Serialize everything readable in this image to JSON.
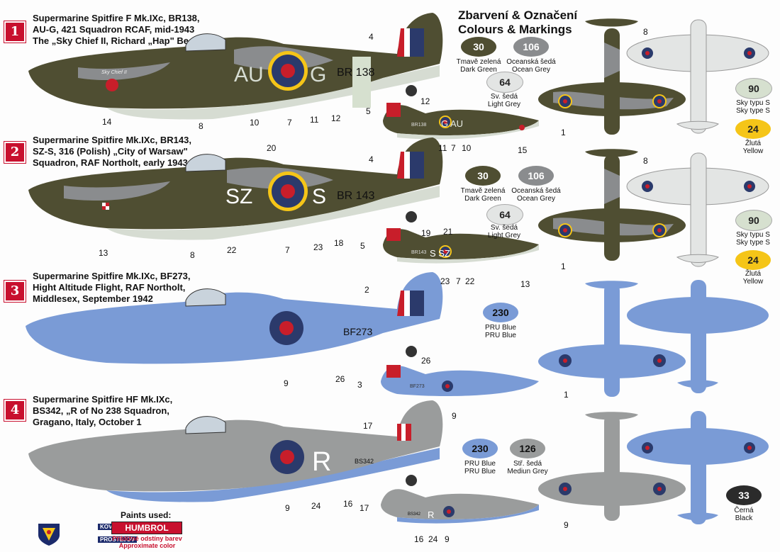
{
  "header": {
    "title_cz": "Zbarvení & Označení",
    "title_en": "Colours & Markings"
  },
  "schemes": [
    {
      "number": "1",
      "lines": [
        "Supermarine Spitfire F Mk.IXc, BR138,",
        "AU-G, 421 Squadron RCAF, mid-1943",
        "The „Sky Chief II, Richard „Hap\" Beal"
      ]
    },
    {
      "number": "2",
      "lines": [
        "Supermarine Spitfire Mk.IXc, BR143,",
        "SZ-S, 316 (Polish) „City of Warsaw\"",
        "Squadron, RAF Northolt, early 1943"
      ]
    },
    {
      "number": "3",
      "lines": [
        "Supermarine Spitfire Mk.IXc, BF273,",
        "Hight Altitude Flight, RAF Northolt,",
        "Middlesex, September 1942"
      ]
    },
    {
      "number": "4",
      "lines": [
        "Supermarine Spitfire HF Mk.IXc,",
        "BS342, „R   of No 238 Squadron,",
        "Gragano, Italy, October 1"
      ]
    }
  ],
  "aircraft_markings": {
    "s1_code_left": "AU",
    "s1_code_right": "G",
    "s1_serial": "BR 138",
    "s1_nose_art": "Sky Chief II",
    "s1_small_code": "G AU",
    "s1_small_serial": "BR138",
    "s2_code_left": "SZ",
    "s2_code_right": "S",
    "s2_serial": "BR 143",
    "s2_small_code": "S  SZ",
    "s2_small_serial": "BR143",
    "s3_serial": "BF273",
    "s3_small_serial": "BF273",
    "s4_code": "R",
    "s4_serial": "BS342",
    "s4_small_code": "R",
    "s4_small_serial": "BS342"
  },
  "colors": {
    "c30": {
      "code": "30",
      "cz": "Tmavě zelená",
      "en": "Dark Green",
      "hex": "#4f4e32"
    },
    "c106": {
      "code": "106",
      "cz": "Oceanská šedá",
      "en": "Ocean Grey",
      "hex": "#8a8c8e"
    },
    "c64": {
      "code": "64",
      "cz": "Sv. šedá",
      "en": "Light Grey",
      "hex": "#e3e5e4"
    },
    "c90": {
      "code": "90",
      "cz": "Sky typu S",
      "en": "Sky type S",
      "hex": "#d6e0cf"
    },
    "c24": {
      "code": "24",
      "cz": "Žlutá",
      "en": "Yellow",
      "hex": "#f5c518"
    },
    "c230": {
      "code": "230",
      "cz": "PRU Blue",
      "en": "PRU Blue",
      "hex": "#7a9bd6"
    },
    "c126": {
      "code": "126",
      "cz": "Stř. šedá",
      "en": "Mediun Grey",
      "hex": "#9a9c9c"
    },
    "c33": {
      "code": "33",
      "cz": "Černá",
      "en": "Black",
      "hex": "#2b2b2b"
    }
  },
  "callouts": {
    "s1": [
      "4",
      "14",
      "8",
      "10",
      "7",
      "11",
      "12",
      "5",
      "12",
      "G",
      "11",
      "7",
      "10",
      "15",
      "8",
      "1"
    ],
    "s2": [
      "20",
      "4",
      "13",
      "8",
      "22",
      "7",
      "23",
      "18",
      "5",
      "19",
      "21",
      "23",
      "7",
      "22",
      "13",
      "8",
      "1"
    ],
    "s3": [
      "2",
      "9",
      "26",
      "26",
      "3",
      "9",
      "1"
    ],
    "s4": [
      "17",
      "9",
      "24",
      "16",
      "17",
      "16",
      "24",
      "9",
      "9"
    ]
  },
  "footer": {
    "paints_used": "Paints used:",
    "brand": "HUMBROL",
    "note_cz": "Přibližné odstíny barev",
    "note_en": "Approximate color",
    "logo_top": "KOVOZÁVODY",
    "logo_bottom": "PROSTĚJOV"
  }
}
